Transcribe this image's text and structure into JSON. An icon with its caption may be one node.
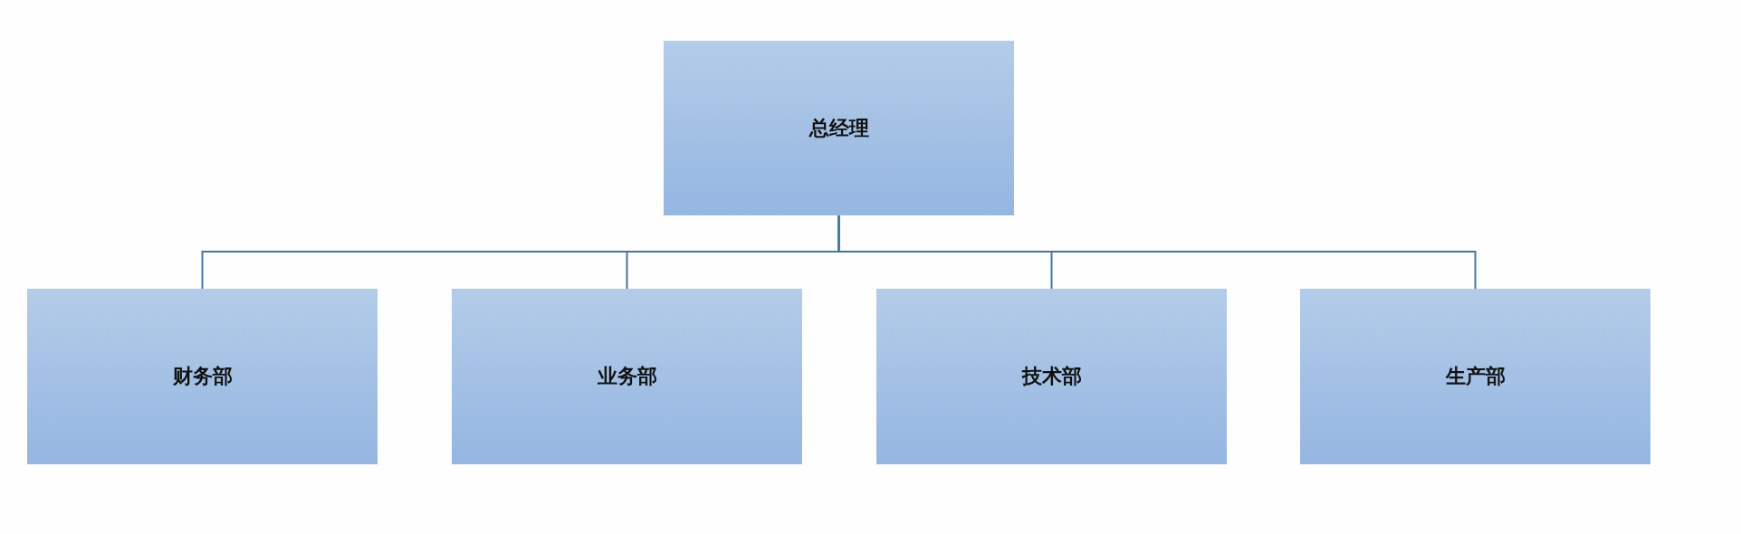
{
  "diagram": {
    "nodes": [
      {
        "text": [
          "总经理"
        ]
      },
      {
        "text": [
          "财务部"
        ]
      },
      {
        "text": [
          "业务部"
        ]
      },
      {
        "text": [
          "技术部"
        ]
      },
      {
        "text": [
          "生产部"
        ]
      }
    ],
    "edges": [
      {
        "from": 0,
        "to": 1,
        "arrow": "none"
      },
      {
        "from": 0,
        "to": 2,
        "arrow": "none"
      },
      {
        "from": 0,
        "to": 3,
        "arrow": "none"
      },
      {
        "from": 0,
        "to": 4,
        "arrow": "none"
      }
    ]
  }
}
